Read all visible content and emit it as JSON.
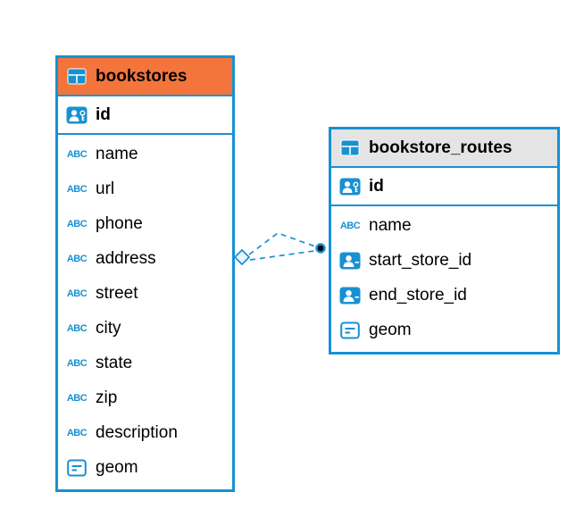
{
  "diagram": {
    "type": "entity-relationship",
    "colors": {
      "accent": "#1791D2",
      "bookstores_header": "#F4753C",
      "routes_header": "#E4E4E4",
      "background": "#FFFFFF",
      "connector_end_dot": "#000000"
    },
    "icons": {
      "abc_text": "ABC",
      "table_icon": "table-grid-icon",
      "pk_icon": "person-key-icon",
      "fk_icon": "person-icon",
      "geometry_icon": "geometry-icon"
    },
    "tables": [
      {
        "name": "bookstores",
        "pk": {
          "label": "id",
          "icon": "person-key-icon"
        },
        "columns": [
          {
            "label": "name",
            "icon": "abc-icon"
          },
          {
            "label": "url",
            "icon": "abc-icon"
          },
          {
            "label": "phone",
            "icon": "abc-icon"
          },
          {
            "label": "address",
            "icon": "abc-icon"
          },
          {
            "label": "street",
            "icon": "abc-icon"
          },
          {
            "label": "city",
            "icon": "abc-icon"
          },
          {
            "label": "state",
            "icon": "abc-icon"
          },
          {
            "label": "zip",
            "icon": "abc-icon"
          },
          {
            "label": "description",
            "icon": "abc-icon"
          },
          {
            "label": "geom",
            "icon": "geometry-icon"
          }
        ]
      },
      {
        "name": "bookstore_routes",
        "pk": {
          "label": "id",
          "icon": "person-key-icon"
        },
        "columns": [
          {
            "label": "name",
            "icon": "abc-icon"
          },
          {
            "label": "start_store_id",
            "icon": "person-icon"
          },
          {
            "label": "end_store_id",
            "icon": "person-icon"
          },
          {
            "label": "geom",
            "icon": "geometry-icon"
          }
        ]
      }
    ],
    "relationships": [
      {
        "from_table": "bookstores",
        "to_table": "bookstore_routes",
        "line_style": "dashed",
        "start_marker": "diamond",
        "end_marker": "filled-circle"
      },
      {
        "from_table": "bookstores",
        "to_table": "bookstore_routes",
        "line_style": "dashed",
        "start_marker": "diamond",
        "end_marker": "filled-circle"
      }
    ]
  }
}
